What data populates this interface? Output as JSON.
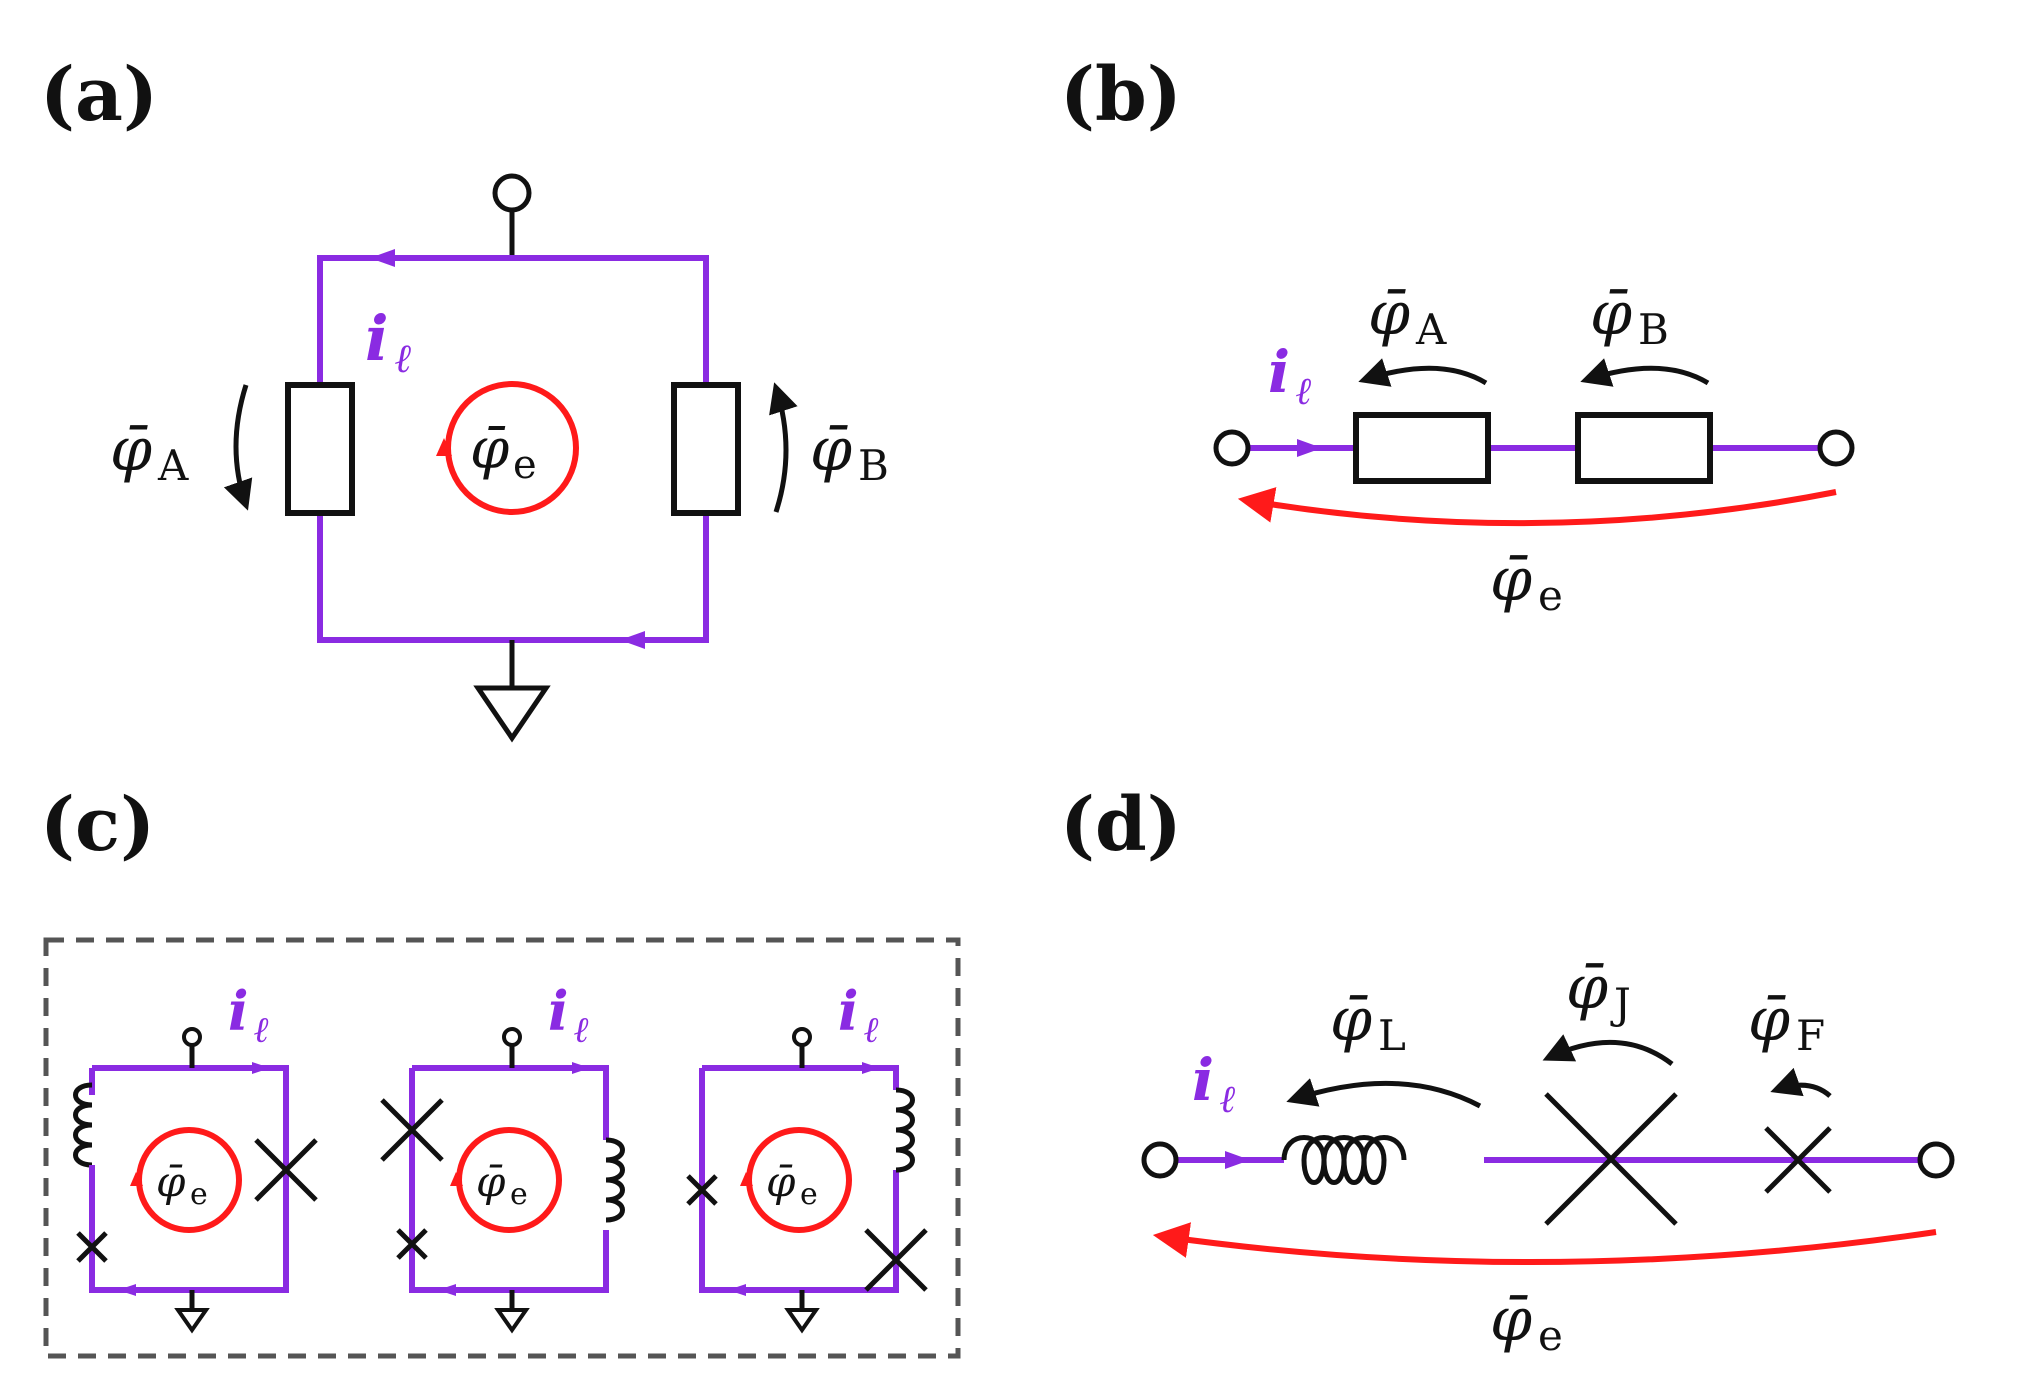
{
  "panels": {
    "a": {
      "label": "(a)"
    },
    "b": {
      "label": "(b)"
    },
    "c": {
      "label": "(c)"
    },
    "d": {
      "label": "(d)"
    }
  },
  "symbols": {
    "phi": "φ̄",
    "current": "i",
    "current_sub": "ℓ",
    "sub_A": "A",
    "sub_B": "B",
    "sub_e": "e",
    "sub_L": "L",
    "sub_J": "J",
    "sub_F": "F"
  },
  "colors": {
    "wire": "#111111",
    "current_path": "#8a2be2",
    "external_flux": "#ff1a1a",
    "dashed_box": "#555555"
  },
  "icons": [
    "terminal-node-icon",
    "ground-icon",
    "resistor-element-icon",
    "inductor-coil-icon",
    "josephson-junction-icon",
    "direction-arrow-icon"
  ]
}
